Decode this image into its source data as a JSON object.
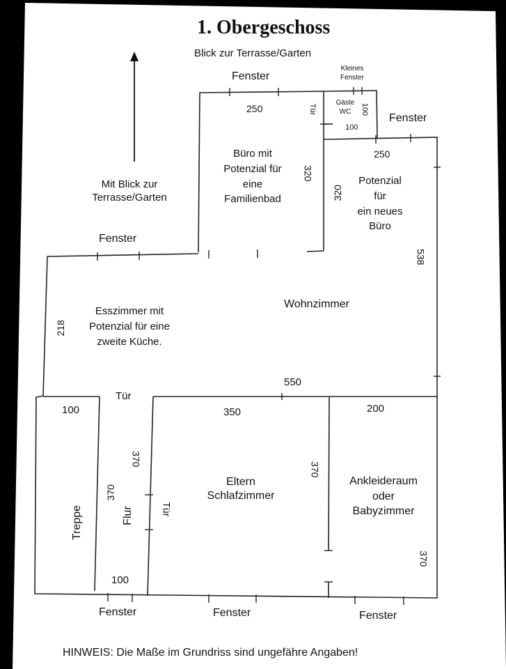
{
  "title": "1. Obergeschoss",
  "view_label_top": "Blick zur Terrasse/Garten",
  "view_label_side": "Mit Blick zur\nTerrasse/Garten",
  "rooms": {
    "buero": "Büro mit\nPotenzial für\neine\nFamilienbad",
    "neues_buero": "Potenzial\nfür\nein neues\nBüro",
    "gaeste_wc": "Gäste\nWC",
    "esszimmer": "Esszimmer mit\nPotenzial für eine\nzweite Küche.",
    "wohnzimmer": "Wohnzimmer",
    "eltern": "Eltern\nSchlafzimmer",
    "ankleide": "Ankleideraum\noder\nBabyzimmer",
    "treppe": "Treppe",
    "flur": "Flur"
  },
  "labels": {
    "fenster": "Fenster",
    "kleines_fenster": "Kleines\nFenster",
    "tuer": "Tür"
  },
  "dimensions": {
    "buero_width": "250",
    "buero_height": "320",
    "wc_width": "100",
    "wc_height": "100",
    "neues_buero_width": "250",
    "neues_buero_height": "320",
    "right_wall": "538",
    "left_wall": "218",
    "wohn_width": "550",
    "treppe_width": "100",
    "flur_height": "370",
    "treppe_height": "370",
    "flur_width": "100",
    "eltern_width": "350",
    "eltern_height": "370",
    "ankleide_width": "200",
    "ankleide_height": "370"
  },
  "note": "HINWEIS: Die Maße im Grundriss sind ungefähre Angaben!"
}
